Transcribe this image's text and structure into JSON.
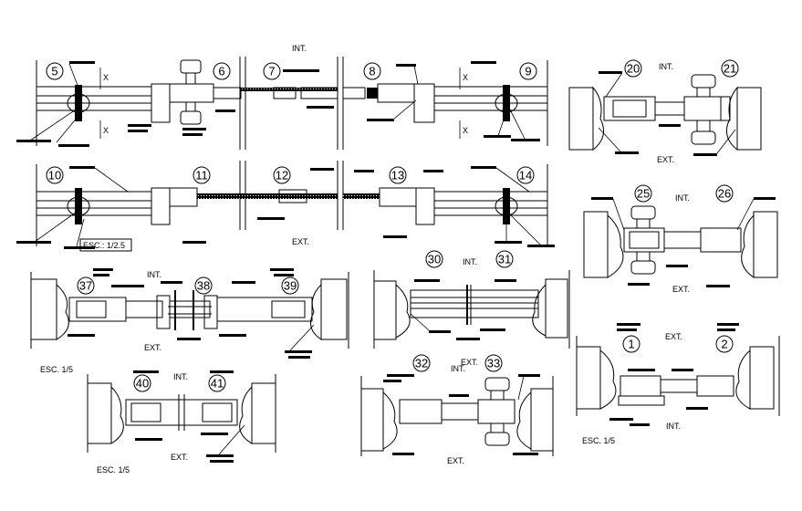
{
  "labels": {
    "int": "INT.",
    "ext": "EXT.",
    "x": "X"
  },
  "scales": {
    "s25": "ESC.: 1/2.5",
    "s15": "ESC. 1/5"
  },
  "details": {
    "n1": "1",
    "n2": "2",
    "n5": "5",
    "n6": "6",
    "n7": "7",
    "n8": "8",
    "n9": "9",
    "n10": "10",
    "n11": "11",
    "n12": "12",
    "n13": "13",
    "n14": "14",
    "n20": "20",
    "n21": "21",
    "n25": "25",
    "n26": "26",
    "n30": "30",
    "n31": "31",
    "n32": "32",
    "n33": "33",
    "n37": "37",
    "n38": "38",
    "n39": "39",
    "n40": "40",
    "n41": "41"
  },
  "colors": {
    "ink": "#000000",
    "paper": "#ffffff"
  }
}
